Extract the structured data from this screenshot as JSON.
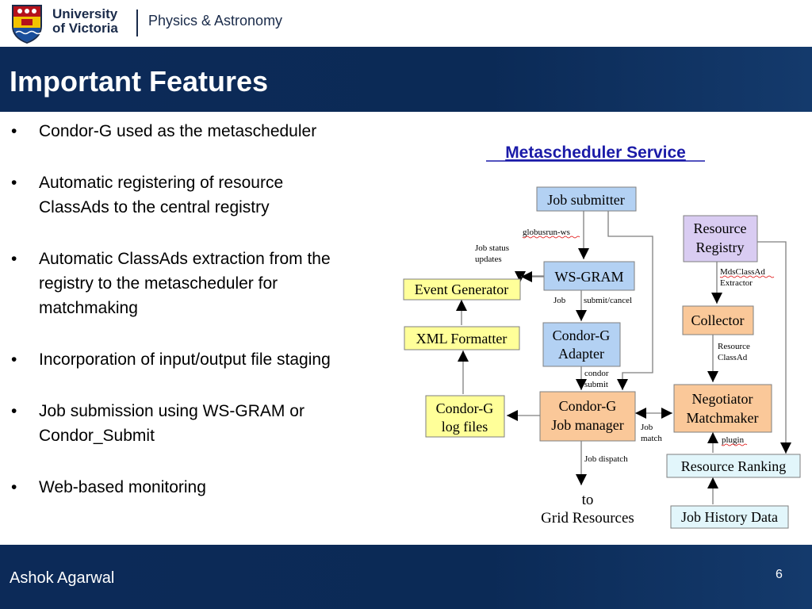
{
  "header": {
    "university_line1": "University",
    "university_line2": "of Victoria",
    "department": "Physics & Astronomy"
  },
  "slide": {
    "title": "Important Features",
    "bullets": [
      [
        "Condor-G used as the metascheduler"
      ],
      [
        "Automatic registering of resource",
        "ClassAds to the central registry"
      ],
      [
        "Automatic ClassAds extraction from the",
        "registry to the metascheduler for",
        "matchmaking"
      ],
      [
        "Incorporation of input/output file staging"
      ],
      [
        "Job submission using WS-GRAM or",
        "Condor_Submit"
      ],
      [
        "Web-based monitoring"
      ]
    ],
    "bullet_glyph": "•"
  },
  "diagram": {
    "title": "Metascheduler Service",
    "nodes": {
      "job_submitter": [
        "Job submitter"
      ],
      "ws_gram": [
        "WS-GRAM"
      ],
      "condor_g_adapter": [
        "Condor-G",
        "Adapter"
      ],
      "condor_g_job_manager": [
        "Condor-G",
        "Job manager"
      ],
      "event_generator": [
        "Event Generator"
      ],
      "xml_formatter": [
        "XML Formatter"
      ],
      "condor_g_log_files": [
        "Condor-G",
        "log files"
      ],
      "resource_registry": [
        "Resource",
        "Registry"
      ],
      "collector": [
        "Collector"
      ],
      "negotiator_matchmaker": [
        "Negotiator",
        "Matchmaker"
      ],
      "resource_ranking": [
        "Resource Ranking"
      ],
      "job_history_data": [
        "Job History Data"
      ]
    },
    "edge_labels": {
      "globusrun_ws": "globusrun-ws",
      "job_status_updates": [
        "Job status",
        "updates"
      ],
      "job": "Job",
      "submit_cancel": "submit/cancel",
      "condor_submit": [
        "condor",
        "submit"
      ],
      "job_match": [
        "Job",
        "match"
      ],
      "job_dispatch": "Job dispatch",
      "mdsclassad_extractor": [
        "MdsClassAd",
        "Extractor"
      ],
      "resource_classad": [
        "Resource",
        "ClassAd"
      ],
      "plugin": "plugin"
    },
    "destination": [
      "to",
      "Grid Resources"
    ]
  },
  "footer": {
    "author": "Ashok Agarwal",
    "page_number": "6"
  },
  "colors": {
    "navy": "#0c2a58",
    "blue_box": "#b3d1f3",
    "yellow_box": "#ffff99",
    "purple_box": "#d9ccf2",
    "orange_box": "#fac899",
    "cyan_box": "#e2f6fb",
    "link_blue": "#1a1aa8"
  }
}
